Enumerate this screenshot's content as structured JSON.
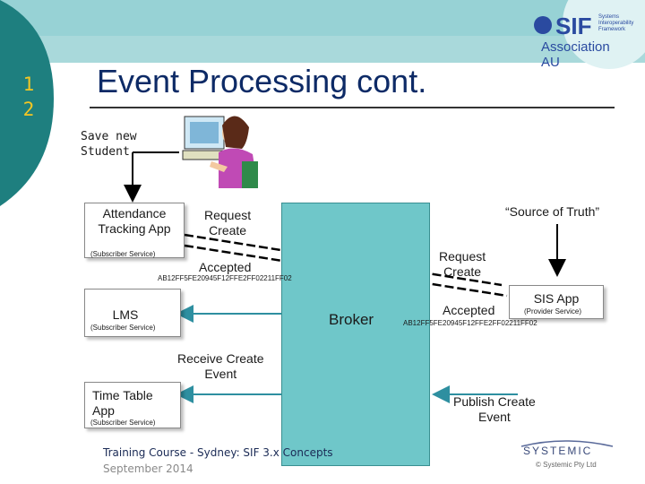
{
  "slide": {
    "number": "1\n2",
    "title": "Event Processing cont."
  },
  "logo": {
    "brand": "SIF",
    "tagline_lines": [
      "Systems",
      "Interoperability",
      "Framework"
    ],
    "subtitle": "Association AU"
  },
  "trigger": {
    "label": "Save new\nStudent"
  },
  "apps": {
    "attendance": {
      "name": "Attendance Tracking App",
      "role": "(Subscriber Service)"
    },
    "lms": {
      "name": "LMS",
      "role": "(Subscriber Service)"
    },
    "timetable": {
      "name": "Time Table App",
      "role": "(Subscriber Service)"
    },
    "sis": {
      "name": "SIS App",
      "role": "(Provider Service)"
    }
  },
  "broker": {
    "label": "Broker"
  },
  "labels": {
    "source_of_truth": "“Source of Truth”",
    "request_create_left": "Request\nCreate",
    "request_create_right": "Request\nCreate",
    "accepted_left": "Accepted",
    "accepted_right": "Accepted",
    "guid_left": "AB12FF5FE20945F12FFE2FF02211FF02",
    "guid_right": "AB12FF5FE20945F12FFE2FF02211FF02",
    "receive_create": "Receive Create\nEvent",
    "publish_create": "Publish Create\nEvent"
  },
  "footer": {
    "line1": "Training Course - Sydney: SIF 3.x Concepts",
    "line2": "September 2014",
    "company": "SYSTEMIC",
    "copyright": "© Systemic Pty Ltd"
  },
  "colors": {
    "accent_teal": "#6fc7c9",
    "side_band": "#1e7f7f",
    "title": "#0d2a66",
    "number": "#f3c623"
  }
}
